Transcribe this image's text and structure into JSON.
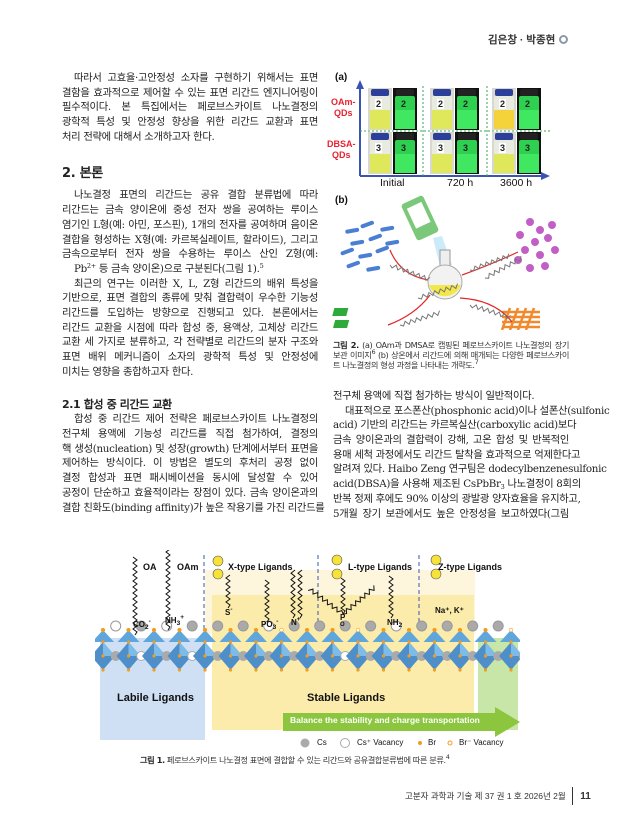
{
  "header": {
    "authors": "김은창 · 박종현"
  },
  "left": {
    "p1": [
      "따라서 고효율·고안정성 소자를 구현하기 위해서는 표면",
      "결함을 효과적으로 제어할 수 있는 표면 리간드 엔지니어링이",
      "필수적이다. 본 특집에서는 페로브스카이트 나노결정의",
      "광학적 특성 및 안정성 향상을 위한 리간드 교환과 표면",
      "처리 전략에 대해서 소개하고자 한다."
    ],
    "h2": "2. 본론",
    "p2": [
      "나노결정 표면의 리간드는 공유 결합 분류법에 따라",
      "리간드는 금속 양이온에 중성 전자 쌍을 공여하는 루이스",
      "염기인 L형(예: 아민, 포스핀), 1개의 전자를 공여하며 음이온",
      "결합을 형성하는 X형(예: 카르복실레이트, 할라이드), 그리고",
      "금속으로부터 전자 쌍을 수용하는 루이스 산인 Z형(예:"
    ],
    "p2_last": {
      "a": "Pb",
      "sup1": "2+",
      "b": " 등 금속 양이온)으로 구분된다(그림 1).",
      "sup2": "5"
    },
    "p3": [
      "최근의 연구는 이러한 X, L, Z형 리간드의 배위 특성을",
      "기반으로, 표면 결합의 종류에 맞춰 결합력이 우수한 기능성",
      "리간드를 도입하는 방향으로 진행되고 있다. 본론에서는",
      "리간드 교환을 시점에 따라 합성 중, 용액상, 고체상 리간드",
      "교환 세 가지로 분류하고, 각 전략별로 리간드의 분자 구조와",
      "표면 배위 메커니즘이 소자의 광학적 특성 및 안정성에",
      "미치는 영향을 종합하고자 한다."
    ],
    "h3": "2.1 합성 중 리간드 교환",
    "p4": [
      "합성 중 리간드 제어 전략은 페로브스카이트 나노결정의",
      "전구체 용액에 기능성 리간드를 직접 첨가하여, 결정의",
      "핵 생성(nucleation) 및 성장(growth) 단계에서부터 표면을",
      "제어하는 방식이다. 이 방법은 별도의 후처리 공정 없이",
      "결정 합성과 표면 패시베이션을 동시에 달성할 수 있어",
      "공정이 단순하고 효율적이라는 장점이 있다. 금속 양이온과의",
      "결합 친화도(binding affinity)가 높은 작용기를 가진 리간드를"
    ]
  },
  "right": {
    "p1": [
      "전구체 용액에 직접 첨가하는 방식이 일반적이다."
    ],
    "p2a": [
      "대표적으로 포스폰산(phosphonic acid)이나 설폰산(sulfonic",
      "acid) 기반의 리간드는 카르복실산(carboxylic acid)보다",
      "금속 양이온과의 결합력이 강해, 고온 합성 및 반복적인",
      "용매 세척 과정에서도 리간드 탈착을 효과적으로 억제한다고",
      "알려져 있다. Haibo Zeng 연구팀은 dodecylbenzenesulfonic"
    ],
    "p2_cspbbr": {
      "a": "acid(DBSA)을 사용해 제조된 CsPbBr",
      "sub": "3",
      "b": " 나노결정이 8회의"
    },
    "p2b": [
      "반복 정제 후에도 90% 이상의 광발광 양자효율을 유지하고,",
      "5개월 장기 보관에서도 높은 안정성을 보고하였다(그림"
    ]
  },
  "figure2": {
    "panel_a": "(a)",
    "panel_b": "(b)",
    "row_labels": [
      "OAm-\nQDs",
      "DBSA-\nQDs"
    ],
    "time_labels": [
      "Initial",
      "720 h",
      "3600 h"
    ],
    "vial_numbers": [
      "2",
      "3"
    ],
    "caption": {
      "label": "그림 2.",
      "a": " (a) OAm과 DMSA로 캡핑된 페로브스카이트 나노결정의 장기 보관 이미지",
      "sup1": "6",
      "b": " (b) 상온에서 리간드에 의해 매개되는 다양한 페로브스카이트 나노결정의 형성 과정을 나타내는 개략도.",
      "sup2": "7"
    }
  },
  "figure1": {
    "ligands": {
      "oa": "OA",
      "oam": "OAm",
      "x": "X-type Ligands",
      "l": "L-type Ligands",
      "z": "Z-type Ligands"
    },
    "groups": {
      "co2": "CO",
      "co2_sub": "2",
      "co2_sup": "-",
      "nh3": "NH",
      "nh3_sub": "3",
      "nh3_sup": "+",
      "s": "S",
      "s_sup": "-",
      "po3": "PO",
      "po3_sub": "3",
      "po3_sup": "-",
      "n": "N",
      "n_sup": "+",
      "p": "P",
      "o": "O",
      "nh2": "NH",
      "nh2_sub": "2",
      "na": "Na⁺, K⁺"
    },
    "labile": "Labile Ligands",
    "stable": "Stable Ligands",
    "arrow": "Balance the stability and charge transportation",
    "legend": [
      "Cs",
      "Cs⁺ Vacancy",
      "Br",
      "Br⁻ Vacancy"
    ],
    "caption": {
      "label": "그림 1.",
      "text": " 페로브스카이트 나노결정 표면에 결합할 수 있는 리간드와 공유결합분류법에 따른 분류.",
      "sup": "4"
    }
  },
  "footer": {
    "journal": "고분자 과학과 기술 제 37 권 1 호 2026년 2월",
    "page": "11"
  },
  "colors": {
    "accent": "#e8222f",
    "axis": "#3a54b4",
    "green": "#8cc63f",
    "stable": "#fcecac",
    "labile": "#cfe0f5"
  }
}
